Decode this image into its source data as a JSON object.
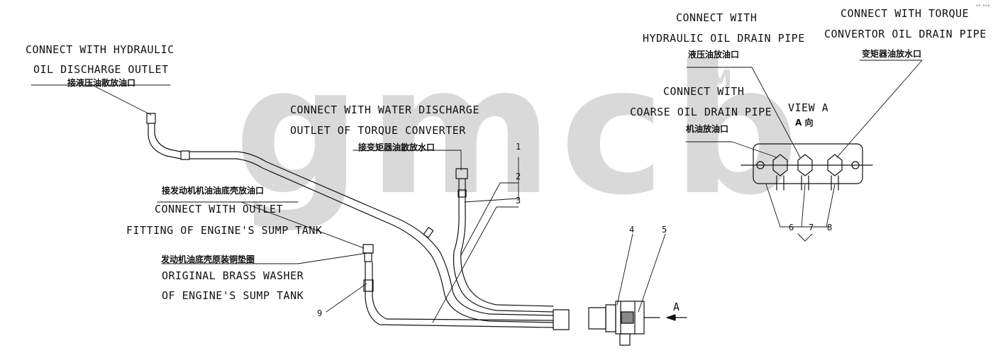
{
  "watermark": {
    "text": "gmcb",
    "tm": "TM"
  },
  "corner_mark": "°° °°°",
  "labels": {
    "hyd_en_1": "CONNECT WITH HYDRAULIC",
    "hyd_en_2": "OIL DISCHARGE OUTLET",
    "hyd_cn": "接液压油散放油口",
    "water_en_1": "CONNECT WITH WATER DISCHARGE",
    "water_en_2": "OUTLET OF TORQUE CONVERTER",
    "water_cn": "接变矩器油散放水口",
    "sump_cn": "接发动机机油油底壳放油口",
    "sump_en_1": "CONNECT WITH OUTLET",
    "sump_en_2": "FITTING OF ENGINE'S SUMP TANK",
    "washer_cn": "发动机油底壳原装铜垫圈",
    "washer_en_1": "ORIGINAL BRASS WASHER",
    "washer_en_2": "OF ENGINE'S SUMP TANK",
    "hdrain_en_1": "CONNECT WITH",
    "hdrain_en_2": "HYDRAULIC OIL DRAIN PIPE",
    "hdrain_cn": "液压油放油口",
    "tdrain_en_1": "CONNECT WITH TORQUE",
    "tdrain_en_2": "CONVERTOR OIL DRAIN PIPE",
    "tdrain_cn": "变矩器油放水口",
    "coarse_en_1": "CONNECT WITH",
    "coarse_en_2": "COARSE OIL DRAIN PIPE",
    "coarse_cn": "机油放油口",
    "view_en": "VIEW A",
    "view_cn": "A 向",
    "arrow_label": "A"
  },
  "part_numbers": {
    "p1": "1",
    "p2": "2",
    "p3": "3",
    "p4": "4",
    "p5": "5",
    "p6": "6",
    "p7": "7",
    "p8": "8",
    "p9": "9"
  }
}
